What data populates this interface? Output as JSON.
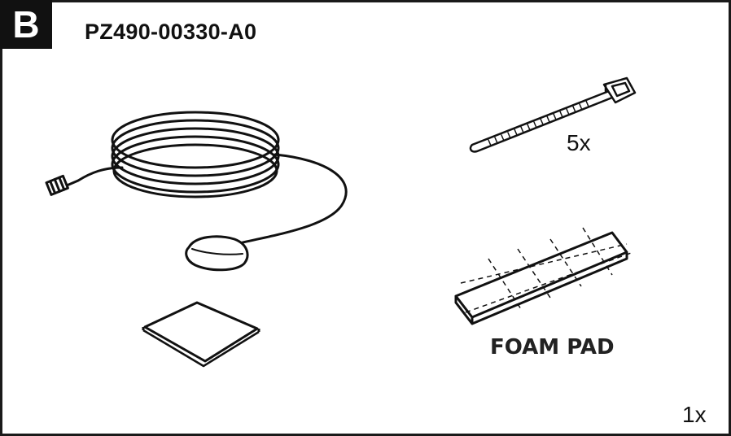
{
  "header": {
    "section_letter": "B",
    "part_number": "PZ490-00330-A0"
  },
  "items": {
    "sensor_cable": {
      "icon": "sensor-with-coiled-cable-icon"
    },
    "adhesive_pad": {
      "icon": "square-adhesive-pad-icon"
    },
    "cable_tie": {
      "icon": "cable-tie-icon",
      "quantity": "5x"
    },
    "foam_pad": {
      "icon": "foam-pad-icon",
      "label": "FOAM PAD"
    }
  },
  "footer": {
    "total_quantity": "1x"
  },
  "colors": {
    "ink": "#111111",
    "label_box_bg": "#111111",
    "label_box_text": "#ffffff",
    "background": "#ffffff"
  }
}
